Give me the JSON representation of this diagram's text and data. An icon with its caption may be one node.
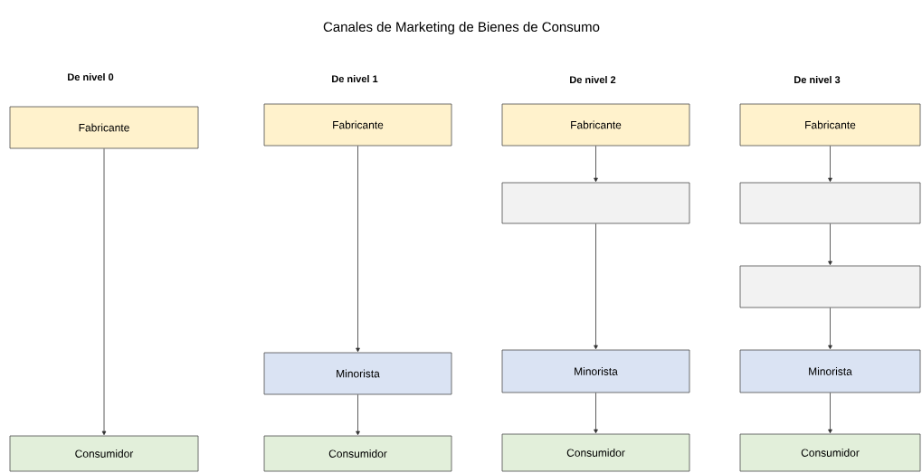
{
  "diagram": {
    "title": "Canales de Marketing de Bienes de Consumo",
    "nodes": [
      {
        "text": [
          "Fabricante"
        ]
      },
      {
        "text": [
          "Consumidor"
        ]
      },
      {
        "text": [
          "Fabricante"
        ]
      },
      {
        "text": [
          "Minorista"
        ]
      },
      {
        "text": [
          "Consumidor"
        ]
      },
      {
        "text": [
          "Fabricante"
        ]
      },
      {
        "text": [],
        "shape": "box"
      },
      {
        "text": [
          "Minorista"
        ]
      },
      {
        "text": [
          "Consumidor"
        ]
      },
      {
        "text": [
          "Fabricante"
        ]
      },
      {
        "text": [],
        "shape": "box"
      },
      {
        "text": [],
        "shape": "box"
      },
      {
        "text": [
          "Minorista"
        ]
      },
      {
        "text": [
          "Consumidor"
        ]
      }
    ],
    "edges": [
      {
        "from": 0,
        "to": 1,
        "arrow": "to"
      },
      {
        "from": 2,
        "to": 3,
        "arrow": "to"
      },
      {
        "from": 3,
        "to": 4,
        "arrow": "to"
      },
      {
        "from": 5,
        "to": 6,
        "arrow": "to"
      },
      {
        "from": 6,
        "to": 7,
        "arrow": "to"
      },
      {
        "from": 7,
        "to": 8,
        "arrow": "to"
      },
      {
        "from": 9,
        "to": 10,
        "arrow": "to"
      },
      {
        "from": 10,
        "to": 11,
        "arrow": "to"
      },
      {
        "from": 11,
        "to": 12,
        "arrow": "to"
      },
      {
        "from": 12,
        "to": 13,
        "arrow": "to"
      }
    ],
    "labels": [
      "De nivel 0",
      "De nivel 1",
      "De nivel 2",
      "De nivel 3"
    ]
  }
}
